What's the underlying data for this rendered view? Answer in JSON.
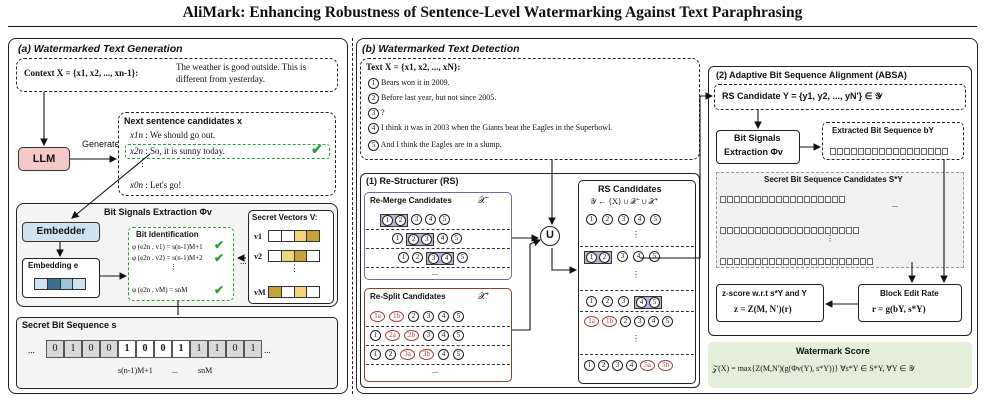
{
  "title": "AliMark: Enhancing Robustness of Sentence-Level Watermarking Against Text Paraphrasing",
  "generation": {
    "section_label": "(a) Watermarked Text Generation",
    "context_label": "Context X",
    "context_set": "= {x1, x2, ..., xn-1}:",
    "context_text_1": "The weather is good outside. This is",
    "context_text_2": "different from yesterday.",
    "llm_label": "LLM",
    "generate_label": "Generate",
    "next_candidates_title": "Next sentence candidates x",
    "candidates": [
      {
        "label": "x1n",
        "text": ": We should go out."
      },
      {
        "label": "x2n",
        "text": ": So, it is sunny today."
      },
      {
        "label": "x0n",
        "text": ": Let's go!"
      }
    ],
    "bit_signals_title": "Bit Signals Extraction Φv",
    "embedder_label": "Embedder",
    "embedding_label": "Embedding e",
    "bit_identification_title": "Bit Identification",
    "phi_rows": [
      "φ (e2n , v1) = s(n-1)M+1",
      "φ (e2n , v2) = s(n-1)M+2",
      "φ (e2n , vM) = snM"
    ],
    "secret_vectors_title": "Secret Vectors V:",
    "vector_labels": [
      "v1",
      "v2",
      "vM"
    ],
    "secret_bits_title": "Secret Bit Sequence s",
    "bits": [
      "0",
      "1",
      "0",
      "0",
      "1",
      "0",
      "0",
      "1",
      "1",
      "1",
      "0",
      "1"
    ],
    "bit_index_start": "s(n-1)M+1",
    "bit_index_mid": "...",
    "bit_index_end": "snM",
    "ellipsis": "..."
  },
  "detection": {
    "section_label": "(b) Watermarked Text Detection",
    "text_label": "Text X = {x1, x2, ..., xN}:",
    "sentences": [
      "Bears won it in 2009.",
      "Before last year, but not since 2005.",
      "?",
      "I think it was in 2003 when the Giants beat the Eagles in the Superbowl.",
      "And I think the Eagles are in a slump."
    ],
    "restructurer_title": "(1) Re-Structurer (RS)",
    "remerge_title": "Re-Merge Candidates",
    "remerge_symbol": "𝒳⁻",
    "resplit_title": "Re-Split Candidates",
    "resplit_symbol": "𝒳⁺",
    "union_symbol": "U",
    "rs_candidates_title": "RS Candidates",
    "rs_candidates_formula": "𝒴 ← {X} ∪ 𝒳⁻ ∪ 𝒳⁺",
    "absa_title": "(2) Adaptive Bit Sequence Alignment (ABSA)",
    "rs_candidate_label": "RS Candidate Y = {y1, y2, ..., yN'} ∈ 𝒴",
    "bit_signals_label_1": "Bit Signals",
    "bit_signals_label_2": "Extraction Φv",
    "extracted_label": "Extracted Bit Sequence bY",
    "secret_candidates_label": "Secret Bit Sequence Candidates S*Y",
    "zscore_label_1": "z-score w.r.t s*Y and Y",
    "zscore_label_2": "z = Z(M, N')(r)",
    "block_edit_label_1": "Block Edit Rate",
    "block_edit_label_2": "r = g(bY, s*Y)",
    "watermark_score_title": "Watermark Score",
    "watermark_score_formula": "𝒵(X) = max{Z(M,N')(g(Φv(Y), s*Y))}   ∀s*Y ∈ S*Y, ∀Y ∈ 𝒴"
  },
  "colors": {
    "llm_fill": "#f6c9c9",
    "embedder_fill": "#cfe2f1",
    "embedding_cell_1": "#3b6e8f",
    "embedding_cell_2": "#9bc3dc",
    "check_green": "#2f9e3a",
    "remerge_border": "#7a6a9a",
    "remerge_fill": "#b9b3d6",
    "resplit_border": "#8a3b36",
    "watermark_fill": "#e3efd9",
    "vector_yellow": "#f2d77a",
    "vector_gold": "#c9a13b"
  }
}
